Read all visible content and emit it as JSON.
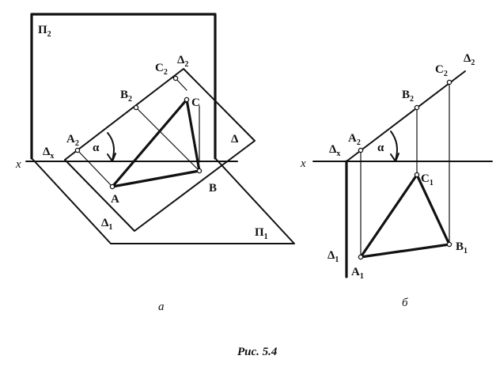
{
  "left": {
    "plane_v": {
      "main": "П",
      "sub": "2"
    },
    "plane_h": {
      "main": "П",
      "sub": "1"
    },
    "axis": "x",
    "delta_x": {
      "main": "Δ",
      "sub": "x"
    },
    "delta_1": {
      "main": "Δ",
      "sub": "1"
    },
    "delta_2": {
      "main": "Δ",
      "sub": "2"
    },
    "delta": "Δ",
    "A2": {
      "main": "A",
      "sub": "2"
    },
    "B2": {
      "main": "B",
      "sub": "2"
    },
    "C2": {
      "main": "C",
      "sub": "2"
    },
    "A": "A",
    "B": "B",
    "C": "C",
    "alpha": "α",
    "caption": "а"
  },
  "right": {
    "axis": "x",
    "delta_x": {
      "main": "Δ",
      "sub": "x"
    },
    "delta_1": {
      "main": "Δ",
      "sub": "1"
    },
    "delta_2": {
      "main": "Δ",
      "sub": "2"
    },
    "A2": {
      "main": "A",
      "sub": "2"
    },
    "B2": {
      "main": "B",
      "sub": "2"
    },
    "C2": {
      "main": "C",
      "sub": "2"
    },
    "A1": {
      "main": "A",
      "sub": "1"
    },
    "B1": {
      "main": "B",
      "sub": "1"
    },
    "C1": {
      "main": "C",
      "sub": "1"
    },
    "alpha": "α",
    "caption": "б"
  },
  "figure_caption": "Рис. 5.4"
}
